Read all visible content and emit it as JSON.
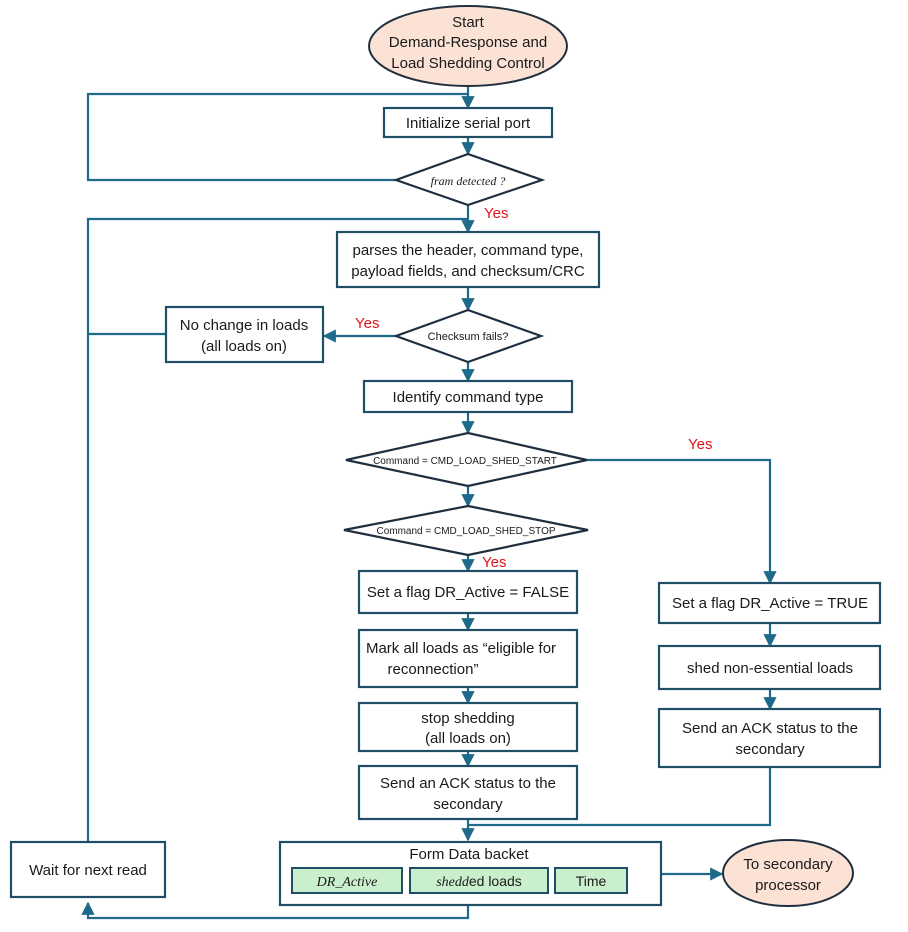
{
  "start": {
    "line1": "Start",
    "line2": "Demand-Response and",
    "line3": "Load Shedding Control"
  },
  "init_serial": "Initialize serial port",
  "frame_detected": "fram detected ?",
  "yes": "Yes",
  "parse": {
    "line1": "parses the header, command type,",
    "line2": "payload fields, and checksum/CRC"
  },
  "checksum": "Checksum fails?",
  "no_change": {
    "line1": "No change in loads",
    "line2": "(all loads on)"
  },
  "identify": "Identify command type",
  "cmd_start": "Command = CMD_LOAD_SHED_START",
  "cmd_stop": "Command = CMD_LOAD_SHED_STOP",
  "set_false": "Set a flag DR_Active = FALSE",
  "mark_all": {
    "line1": "Mark all loads as “eligible for",
    "line2": "reconnection”"
  },
  "stop_shedding": {
    "line1": "stop shedding",
    "line2": "(all loads on)"
  },
  "send_ack_left": {
    "line1": "Send an ACK status to the",
    "line2": "secondary"
  },
  "set_true": "Set a flag DR_Active = TRUE",
  "shed": "shed non-essential loads",
  "send_ack_right": {
    "line1": "Send an ACK status to the",
    "line2": "secondary"
  },
  "form_packet": {
    "title": "Form Data backet",
    "field1": "DR_Active",
    "field2_italic": "shedd",
    "field2_rest": "ed loads",
    "field3": "Time"
  },
  "to_secondary": {
    "line1": "To secondary",
    "line2": "processor"
  },
  "wait": "Wait for next read",
  "colors": {
    "oval_fill": "#fbe2d5",
    "green_fill": "#c9efcd",
    "line": "#1f6a8a",
    "yes_label": "#e3151a"
  }
}
